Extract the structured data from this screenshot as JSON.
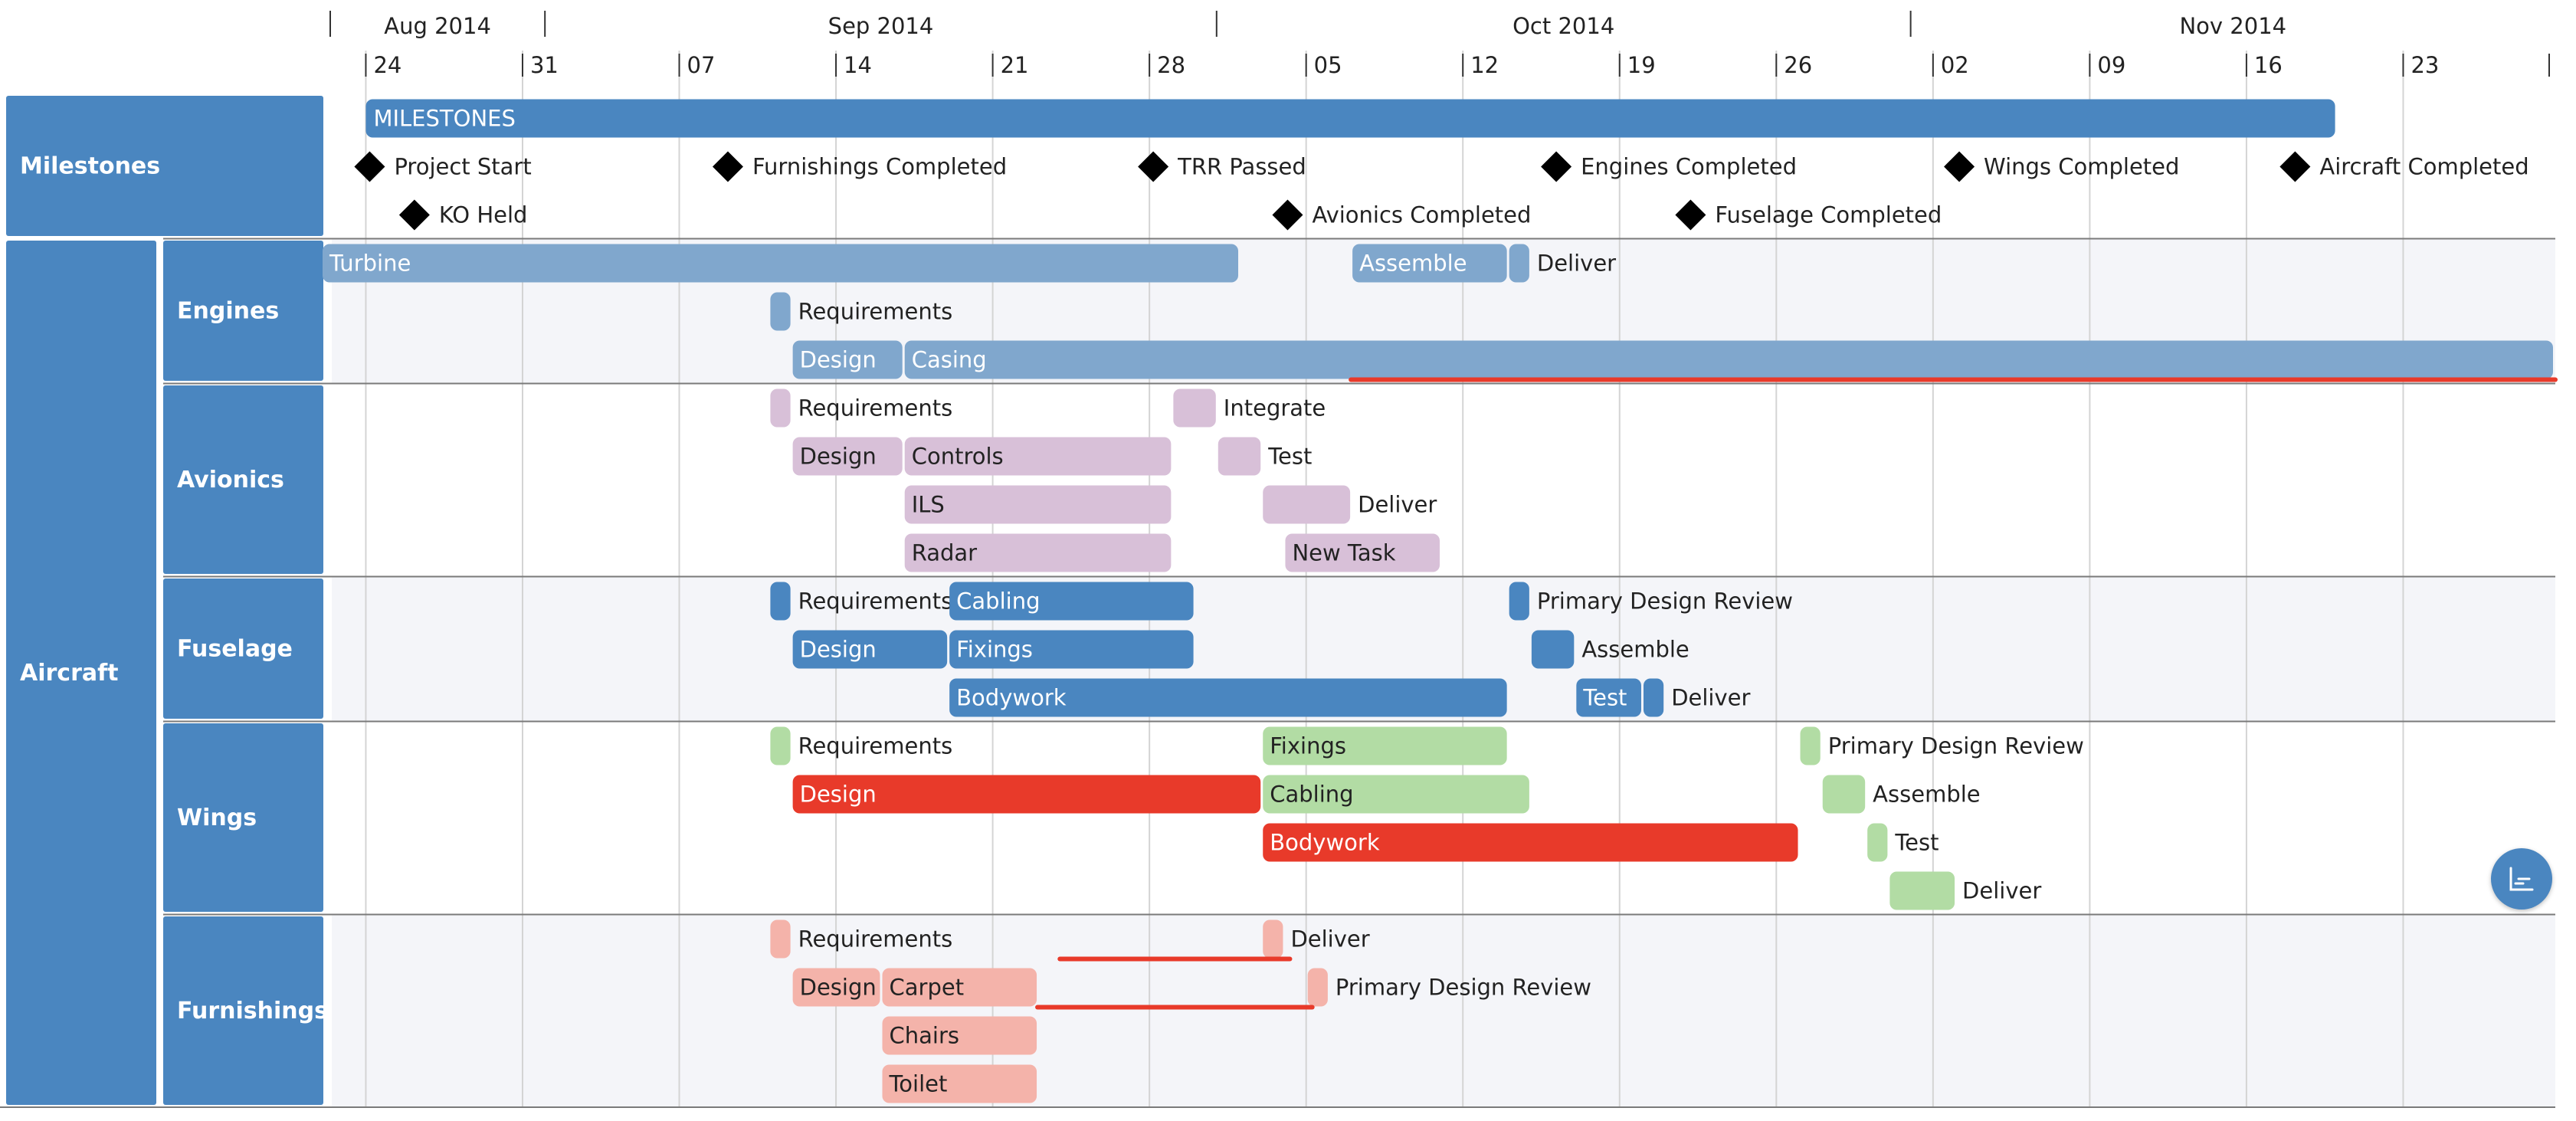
{
  "chart_data": {
    "type": "gantt",
    "title": "",
    "x_axis": {
      "range": [
        "2014-08-22",
        "2014-11-30"
      ],
      "months": [
        {
          "label": "Aug 2014",
          "start": "2014-08-22",
          "end": "2014-09-01"
        },
        {
          "label": "Sep 2014",
          "start": "2014-09-01",
          "end": "2014-10-01"
        },
        {
          "label": "Oct 2014",
          "start": "2014-10-01",
          "end": "2014-11-01"
        },
        {
          "label": "Nov 2014",
          "start": "2014-11-01",
          "end": "2014-11-30"
        }
      ],
      "weeks": [
        {
          "label": "24",
          "date": "2014-08-24"
        },
        {
          "label": "31",
          "date": "2014-08-31"
        },
        {
          "label": "07",
          "date": "2014-09-07"
        },
        {
          "label": "14",
          "date": "2014-09-14"
        },
        {
          "label": "21",
          "date": "2014-09-21"
        },
        {
          "label": "28",
          "date": "2014-09-28"
        },
        {
          "label": "05",
          "date": "2014-10-05"
        },
        {
          "label": "12",
          "date": "2014-10-12"
        },
        {
          "label": "19",
          "date": "2014-10-19"
        },
        {
          "label": "26",
          "date": "2014-10-26"
        },
        {
          "label": "02",
          "date": "2014-11-02"
        },
        {
          "label": "09",
          "date": "2014-11-09"
        },
        {
          "label": "16",
          "date": "2014-11-16"
        },
        {
          "label": "23",
          "date": "2014-11-23"
        }
      ]
    },
    "colors": {
      "header_bg": "#4a86c0",
      "milestones": "#4a86c0",
      "engines": "#80a7cd",
      "avionics": "#d8c0d8",
      "fuselage": "#4a86c0",
      "wings": "#b2dca4",
      "furnishings": "#f4b3aa",
      "critical": "#e83a2a",
      "diamond": "#000000",
      "grid": "#d4d4d4",
      "row_separator": "#7a7a7a",
      "alt_band": "#f4f5f9"
    },
    "row_headers": [
      {
        "label": "Milestones",
        "level": 0,
        "group": "milestones"
      },
      {
        "label": "Aircraft",
        "level": 0,
        "group": "aircraft"
      },
      {
        "label": "Engines",
        "level": 1,
        "group": "engines"
      },
      {
        "label": "Avionics",
        "level": 1,
        "group": "avionics"
      },
      {
        "label": "Fuselage",
        "level": 1,
        "group": "fuselage"
      },
      {
        "label": "Wings",
        "level": 1,
        "group": "wings"
      },
      {
        "label": "Furnishings",
        "level": 1,
        "group": "furnishings"
      }
    ],
    "summary_bars": [
      {
        "label": "MILESTONES",
        "group": "milestones",
        "start": "2014-08-24",
        "end": "2014-11-19"
      }
    ],
    "milestones": [
      {
        "label": "Project Start",
        "date": "2014-08-24",
        "row": 1
      },
      {
        "label": "KO Held",
        "date": "2014-08-26",
        "row": 2
      },
      {
        "label": "Furnishings Completed",
        "date": "2014-09-09",
        "row": 1
      },
      {
        "label": "TRR Passed",
        "date": "2014-09-28",
        "row": 1
      },
      {
        "label": "Avionics Completed",
        "date": "2014-10-04",
        "row": 2
      },
      {
        "label": "Engines Completed",
        "date": "2014-10-16",
        "row": 1
      },
      {
        "label": "Fuselage Completed",
        "date": "2014-10-22",
        "row": 2
      },
      {
        "label": "Wings Completed",
        "date": "2014-11-03",
        "row": 1
      },
      {
        "label": "Aircraft Completed",
        "date": "2014-11-18",
        "row": 1
      }
    ],
    "tasks": [
      {
        "group": "engines",
        "row": 0,
        "label": "Turbine",
        "start": "2014-08-22",
        "end": "2014-10-02",
        "label_pos": "inside"
      },
      {
        "group": "engines",
        "row": 0,
        "label": "Assemble",
        "start": "2014-10-07",
        "end": "2014-10-14",
        "label_pos": "inside"
      },
      {
        "group": "engines",
        "row": 0,
        "label": "Deliver",
        "start": "2014-10-14",
        "end": "2014-10-15",
        "label_pos": "right"
      },
      {
        "group": "engines",
        "row": 1,
        "label": "Requirements",
        "start": "2014-09-11",
        "end": "2014-09-12",
        "label_pos": "right"
      },
      {
        "group": "engines",
        "row": 2,
        "label": "Design",
        "start": "2014-09-12",
        "end": "2014-09-17",
        "label_pos": "inside"
      },
      {
        "group": "engines",
        "row": 2,
        "label": "Casing",
        "start": "2014-09-17",
        "end": "2014-11-30",
        "label_pos": "inside"
      },
      {
        "group": "avionics",
        "row": 0,
        "label": "Requirements",
        "start": "2014-09-11",
        "end": "2014-09-12",
        "label_pos": "right"
      },
      {
        "group": "avionics",
        "row": 0,
        "label": "Integrate",
        "start": "2014-09-29",
        "end": "2014-10-01",
        "label_pos": "right"
      },
      {
        "group": "avionics",
        "row": 1,
        "label": "Design",
        "start": "2014-09-12",
        "end": "2014-09-17",
        "label_pos": "inside"
      },
      {
        "group": "avionics",
        "row": 1,
        "label": "Controls",
        "start": "2014-09-17",
        "end": "2014-09-29",
        "label_pos": "inside"
      },
      {
        "group": "avionics",
        "row": 1,
        "label": "Test",
        "start": "2014-10-01",
        "end": "2014-10-03",
        "label_pos": "right"
      },
      {
        "group": "avionics",
        "row": 2,
        "label": "ILS",
        "start": "2014-09-17",
        "end": "2014-09-29",
        "label_pos": "inside"
      },
      {
        "group": "avionics",
        "row": 2,
        "label": "Deliver",
        "start": "2014-10-03",
        "end": "2014-10-07",
        "label_pos": "right"
      },
      {
        "group": "avionics",
        "row": 3,
        "label": "Radar",
        "start": "2014-09-17",
        "end": "2014-09-29",
        "label_pos": "inside"
      },
      {
        "group": "avionics",
        "row": 3,
        "label": "New Task",
        "start": "2014-10-04",
        "end": "2014-10-11",
        "label_pos": "inside"
      },
      {
        "group": "fuselage",
        "row": 0,
        "label": "Requirements",
        "start": "2014-09-11",
        "end": "2014-09-12",
        "label_pos": "right"
      },
      {
        "group": "fuselage",
        "row": 0,
        "label": "Cabling",
        "start": "2014-09-19",
        "end": "2014-09-30",
        "label_pos": "inside"
      },
      {
        "group": "fuselage",
        "row": 0,
        "label": "Primary Design Review",
        "start": "2014-10-14",
        "end": "2014-10-15",
        "label_pos": "right"
      },
      {
        "group": "fuselage",
        "row": 1,
        "label": "Design",
        "start": "2014-09-12",
        "end": "2014-09-19",
        "label_pos": "inside"
      },
      {
        "group": "fuselage",
        "row": 1,
        "label": "Fixings",
        "start": "2014-09-19",
        "end": "2014-09-30",
        "label_pos": "inside"
      },
      {
        "group": "fuselage",
        "row": 1,
        "label": "Assemble",
        "start": "2014-10-15",
        "end": "2014-10-17",
        "label_pos": "right"
      },
      {
        "group": "fuselage",
        "row": 2,
        "label": "Bodywork",
        "start": "2014-09-19",
        "end": "2014-10-14",
        "label_pos": "inside"
      },
      {
        "group": "fuselage",
        "row": 2,
        "label": "Test",
        "start": "2014-10-17",
        "end": "2014-10-20",
        "label_pos": "inside"
      },
      {
        "group": "fuselage",
        "row": 2,
        "label": "Deliver",
        "start": "2014-10-20",
        "end": "2014-10-21",
        "label_pos": "right"
      },
      {
        "group": "wings",
        "row": 0,
        "label": "Requirements",
        "start": "2014-09-11",
        "end": "2014-09-12",
        "label_pos": "right"
      },
      {
        "group": "wings",
        "row": 0,
        "label": "Fixings",
        "start": "2014-10-03",
        "end": "2014-10-14",
        "label_pos": "inside"
      },
      {
        "group": "wings",
        "row": 0,
        "label": "Primary Design Review",
        "start": "2014-10-27",
        "end": "2014-10-28",
        "label_pos": "right"
      },
      {
        "group": "wings",
        "row": 1,
        "label": "Design",
        "start": "2014-09-12",
        "end": "2014-10-03",
        "label_pos": "inside",
        "critical": true
      },
      {
        "group": "wings",
        "row": 1,
        "label": "Cabling",
        "start": "2014-10-03",
        "end": "2014-10-15",
        "label_pos": "inside"
      },
      {
        "group": "wings",
        "row": 1,
        "label": "Assemble",
        "start": "2014-10-28",
        "end": "2014-10-30",
        "label_pos": "right"
      },
      {
        "group": "wings",
        "row": 2,
        "label": "Bodywork",
        "start": "2014-10-03",
        "end": "2014-10-27",
        "label_pos": "inside",
        "critical": true
      },
      {
        "group": "wings",
        "row": 2,
        "label": "Test",
        "start": "2014-10-30",
        "end": "2014-10-31",
        "label_pos": "right"
      },
      {
        "group": "wings",
        "row": 3,
        "label": "Deliver",
        "start": "2014-10-31",
        "end": "2014-11-03",
        "label_pos": "right"
      },
      {
        "group": "furnishings",
        "row": 0,
        "label": "Requirements",
        "start": "2014-09-11",
        "end": "2014-09-12",
        "label_pos": "right"
      },
      {
        "group": "furnishings",
        "row": 0,
        "label": "Deliver",
        "start": "2014-10-03",
        "end": "2014-10-04",
        "label_pos": "right"
      },
      {
        "group": "furnishings",
        "row": 1,
        "label": "Design",
        "start": "2014-09-12",
        "end": "2014-09-16",
        "label_pos": "inside"
      },
      {
        "group": "furnishings",
        "row": 1,
        "label": "Carpet",
        "start": "2014-09-16",
        "end": "2014-09-23",
        "label_pos": "inside"
      },
      {
        "group": "furnishings",
        "row": 1,
        "label": "Primary Design Review",
        "start": "2014-10-05",
        "end": "2014-10-06",
        "label_pos": "right"
      },
      {
        "group": "furnishings",
        "row": 2,
        "label": "Chairs",
        "start": "2014-09-16",
        "end": "2014-09-23",
        "label_pos": "inside"
      },
      {
        "group": "furnishings",
        "row": 3,
        "label": "Toilet",
        "start": "2014-09-16",
        "end": "2014-09-23",
        "label_pos": "inside"
      }
    ],
    "critical_lines": [
      {
        "group": "engines",
        "row": 2,
        "start": "2014-10-07",
        "end": "2014-11-30"
      },
      {
        "group": "furnishings",
        "row": 0,
        "start": "2014-09-24",
        "end": "2014-10-04"
      },
      {
        "group": "furnishings",
        "row": 1,
        "start": "2014-09-23",
        "end": "2014-10-05"
      }
    ]
  },
  "fab": {
    "icon": "chart-icon"
  }
}
